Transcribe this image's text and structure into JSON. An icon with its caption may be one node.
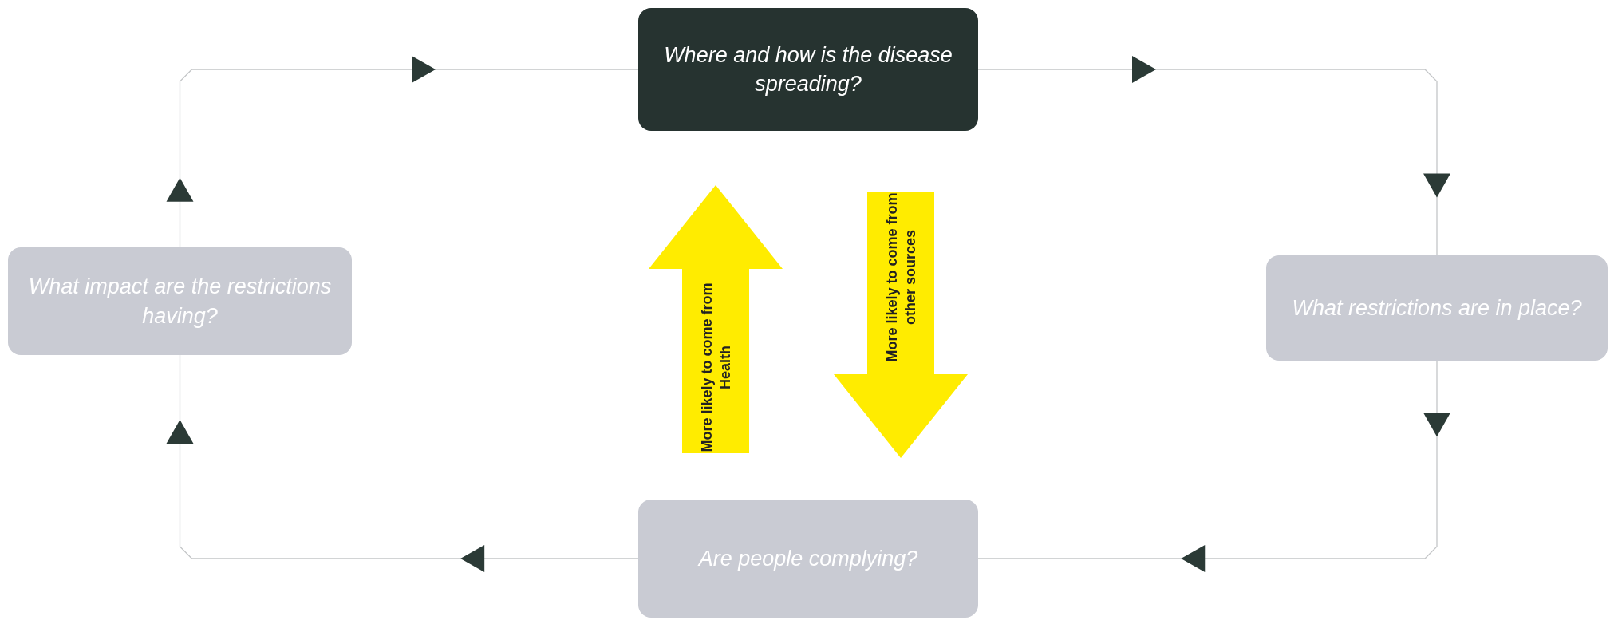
{
  "diagram": {
    "nodes": [
      {
        "text": [
          "Where and how is the disease spreading?"
        ]
      },
      {
        "text": [
          "What restrictions are in place?"
        ]
      },
      {
        "text": [
          "Are people complying?"
        ]
      },
      {
        "text": [
          "What impact are the restrictions having?"
        ]
      }
    ],
    "edges": [
      {
        "from": 0,
        "to": 1,
        "arrow": "to"
      },
      {
        "from": 1,
        "to": 2,
        "arrow": "to"
      },
      {
        "from": 2,
        "to": 3,
        "arrow": "to"
      },
      {
        "from": 3,
        "to": 0,
        "arrow": "to"
      },
      {
        "from": 2,
        "to": 0,
        "arrow": "to",
        "label": "More likely to come from Health",
        "style": "thick",
        "color": "#ffec00"
      },
      {
        "from": 0,
        "to": 2,
        "arrow": "to",
        "label": "More likely to come from other sources",
        "style": "thick",
        "color": "#ffec00"
      }
    ]
  }
}
